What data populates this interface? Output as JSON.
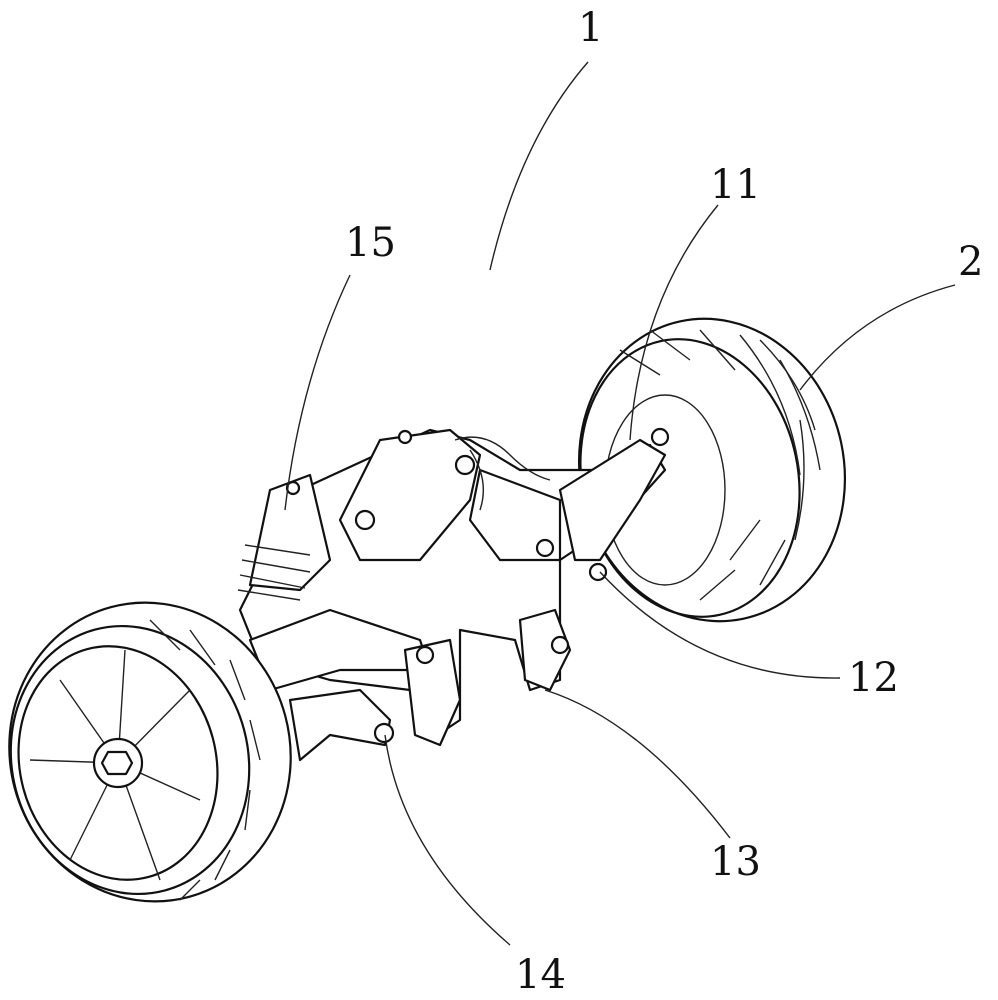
{
  "figure": {
    "labels": {
      "assembly": "1",
      "wheel": "2",
      "part_11": "11",
      "part_12": "12",
      "part_13": "13",
      "part_14": "14",
      "part_15": "15"
    }
  }
}
